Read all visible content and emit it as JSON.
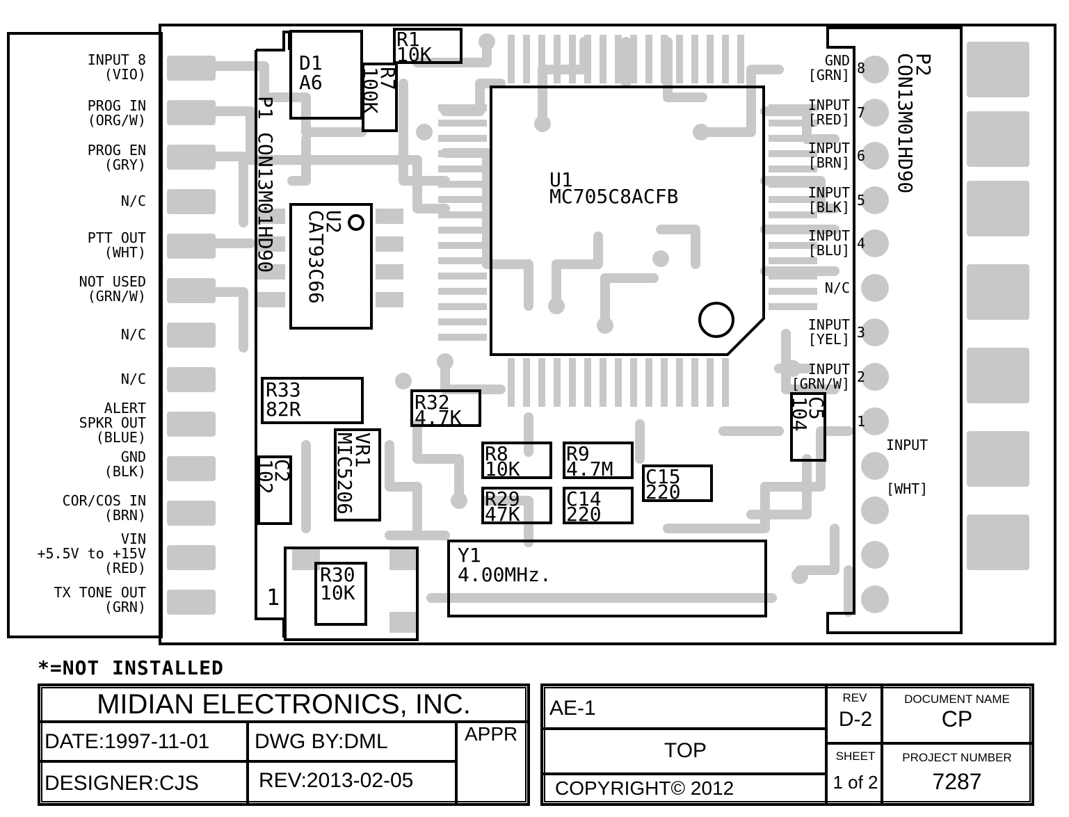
{
  "colors": {
    "trace": "#c8c8c8",
    "ink": "#000000",
    "background": "#ffffff"
  },
  "p1_pins": [
    [
      "INPUT 8",
      "(VIO)"
    ],
    [
      "PROG IN",
      "(ORG/W)"
    ],
    [
      "PROG EN",
      "(GRY)"
    ],
    [
      "N/C"
    ],
    [
      "PTT OUT",
      "(WHT)"
    ],
    [
      "NOT USED",
      "(GRN/W)"
    ],
    [
      "N/C"
    ],
    [
      "N/C"
    ],
    [
      "ALERT",
      "SPKR OUT",
      "(BLUE)"
    ],
    [
      "GND",
      "(BLK)"
    ],
    [
      "COR/COS IN",
      "(BRN)"
    ],
    [
      "VIN",
      "+5.5V to +15V",
      "(RED)"
    ],
    [
      "TX TONE OUT",
      "(GRN)"
    ]
  ],
  "p2_pins": [
    {
      "label": [
        "GND",
        "[GRN]"
      ],
      "num": "8"
    },
    {
      "label": [
        "INPUT",
        "[RED]"
      ],
      "num": "7"
    },
    {
      "label": [
        "INPUT",
        "[BRN]"
      ],
      "num": "6"
    },
    {
      "label": [
        "INPUT",
        "[BLK]"
      ],
      "num": "5"
    },
    {
      "label": [
        "INPUT",
        "[BLU]"
      ],
      "num": "4"
    },
    {
      "label": [
        "N/C"
      ],
      "num": ""
    },
    {
      "label": [
        "INPUT",
        "[YEL]"
      ],
      "num": "3"
    },
    {
      "label": [
        "INPUT",
        "[GRN/W]"
      ],
      "num": "2"
    },
    {
      "label": [],
      "num": "1"
    }
  ],
  "p2_pin1_label": [
    "INPUT",
    "[WHT]"
  ],
  "components": {
    "p1": {
      "ref": "P1",
      "part": "CON13M01HD90"
    },
    "p2": {
      "ref": "P2",
      "part": "CON13M01HD90"
    },
    "d1": {
      "ref": "D1",
      "value": "A6"
    },
    "r1": {
      "ref": "R1",
      "value": "10K"
    },
    "r7": {
      "ref": "R7",
      "value": "100K"
    },
    "u1": {
      "ref": "U1",
      "part": "MC705C8ACFB"
    },
    "u2": {
      "ref": "U2",
      "part": "CAT93C66"
    },
    "r33": {
      "ref": "R33",
      "value": "82R"
    },
    "r32": {
      "ref": "R32",
      "value": "4.7K"
    },
    "vr1": {
      "ref": "VR1",
      "part": "MIC5206"
    },
    "c2": {
      "ref": "C2",
      "value": "102"
    },
    "r8": {
      "ref": "R8",
      "value": "10K"
    },
    "r9": {
      "ref": "R9",
      "value": "4.7M"
    },
    "c15": {
      "ref": "C15",
      "value": "220"
    },
    "r29": {
      "ref": "R29",
      "value": "47K"
    },
    "c14": {
      "ref": "C14",
      "value": "220"
    },
    "c5": {
      "ref": "C5",
      "value": "104"
    },
    "r30": {
      "ref": "R30",
      "value": "10K"
    },
    "y1": {
      "ref": "Y1",
      "value": "4.00MHz."
    },
    "pin1_marker": "1"
  },
  "note": "*=NOT INSTALLED",
  "title_block": {
    "company": "MIDIAN ELECTRONICS, INC.",
    "date": "DATE:1997-11-01",
    "dwg_by": "DWG BY:DML",
    "appr": "APPR",
    "designer": "DESIGNER:CJS",
    "rev_date": "REV:2013-02-05",
    "product": "AE-1",
    "rev_label": "REV",
    "rev": "D-2",
    "doc_name_label": "DOCUMENT NAME",
    "doc_name": "CP",
    "view": "TOP",
    "sheet_label": "SHEET",
    "sheet": "1 of 2",
    "project_label": "PROJECT NUMBER",
    "project": "7287",
    "copyright": "COPYRIGHT© 2012"
  }
}
